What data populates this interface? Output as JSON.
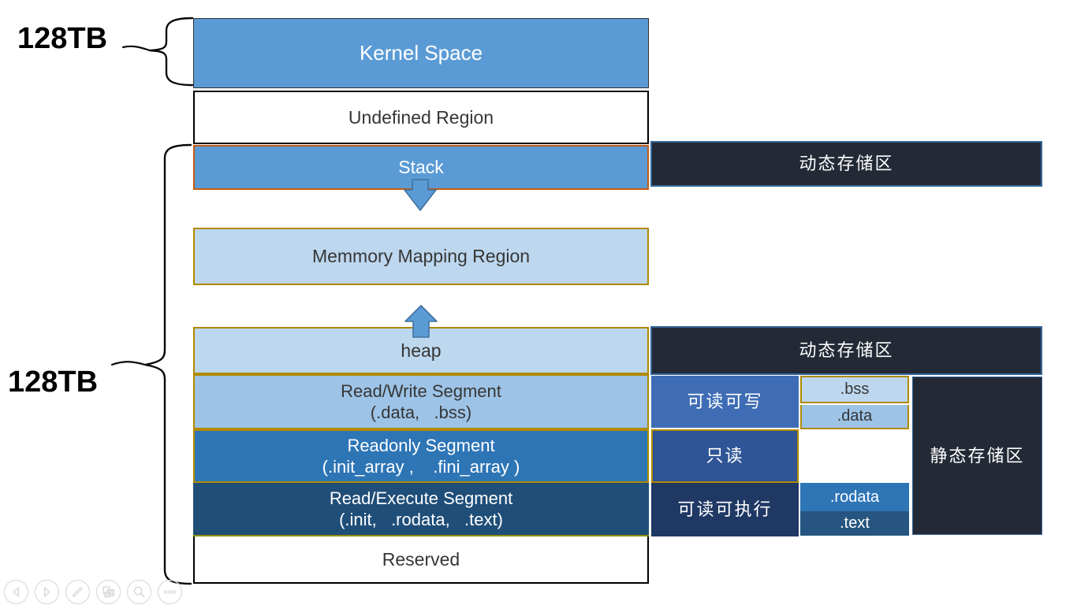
{
  "slide": {
    "size_label_top": "128TB",
    "size_label_bottom": "128TB",
    "regions": {
      "kernel": "Kernel Space",
      "undefined": "Undefined Region",
      "stack": "Stack",
      "mmap": "Memmory Mapping Region",
      "heap": "heap",
      "rw_title": "Read/Write Segment",
      "rw_sections": "(.data,   .bss)",
      "ro_title": "Readonly Segment",
      "ro_sections": "(.init_array ,    .fini_array )",
      "rx_title": "Read/Execute Segment",
      "rx_sections": "(.init,   .rodata,   .text)",
      "reserved": "Reserved"
    },
    "annotations": {
      "dynamic_storage_stack": "动态存储区",
      "dynamic_storage_heap": "动态存储区",
      "perm_rw": "可读可写",
      "perm_ro": "只读",
      "perm_rx": "可读可执行",
      "sec_bss": ".bss",
      "sec_data": ".data",
      "sec_rodata": ".rodata",
      "sec_text": ".text",
      "static_storage": "静态存储区"
    },
    "colors": {
      "kernel_blue": "#5B9BD5",
      "light_blue": "#BDD7EE",
      "pale_blue": "#9DC3E6",
      "medium_blue": "#2E75B6",
      "dark_blue": "#1F4E79",
      "perm_rw_blue": "#3E6DB5",
      "perm_ro_blue": "#2F5597",
      "perm_rx_navy": "#1F3864",
      "panel_navy": "#232A36",
      "panel_border_blue": "#35689B",
      "gold_border": "#B08A00",
      "orange_border": "#C55A11",
      "arrow_fill": "#5B9BD5",
      "arrow_stroke": "#41719C"
    }
  },
  "toolbar": {
    "icons": [
      {
        "name": "previous-slide"
      },
      {
        "name": "next-slide"
      },
      {
        "name": "annotate-pen"
      },
      {
        "name": "slide-menu"
      },
      {
        "name": "zoom-magnifier"
      },
      {
        "name": "more-options"
      }
    ]
  }
}
